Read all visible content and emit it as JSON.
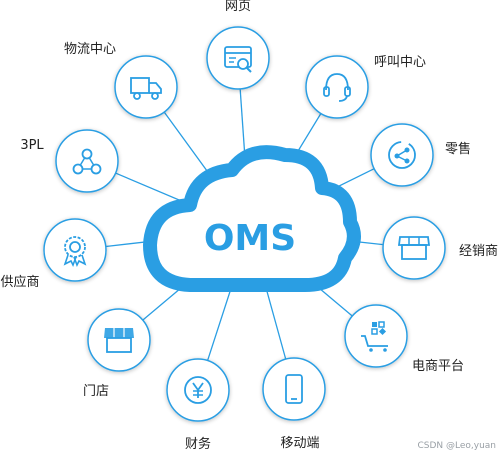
{
  "center": {
    "label": "OMS"
  },
  "nodes": [
    {
      "id": "web",
      "label": "网页",
      "icon": "browser-search-icon"
    },
    {
      "id": "callcenter",
      "label": "呼叫中心",
      "icon": "headset-icon"
    },
    {
      "id": "retail",
      "label": "零售",
      "icon": "share-icon"
    },
    {
      "id": "distributor",
      "label": "经销商",
      "icon": "storefront-icon"
    },
    {
      "id": "ecommerce",
      "label": "电商平台",
      "icon": "shopping-cart-icon"
    },
    {
      "id": "mobile",
      "label": "移动端",
      "icon": "smartphone-icon"
    },
    {
      "id": "finance",
      "label": "财务",
      "icon": "yen-coin-icon"
    },
    {
      "id": "store",
      "label": "门店",
      "icon": "shop-icon"
    },
    {
      "id": "supplier",
      "label": "供应商",
      "icon": "award-badge-icon"
    },
    {
      "id": "3pl",
      "label": "3PL",
      "icon": "network-nodes-icon"
    },
    {
      "id": "logistics",
      "label": "物流中心",
      "icon": "truck-icon"
    }
  ],
  "watermark": "CSDN @Leo,yuan",
  "colors": {
    "accent": "#2a9ee3",
    "line": "#2a9ee3",
    "text": "#222222",
    "fill": "#ffffff"
  }
}
